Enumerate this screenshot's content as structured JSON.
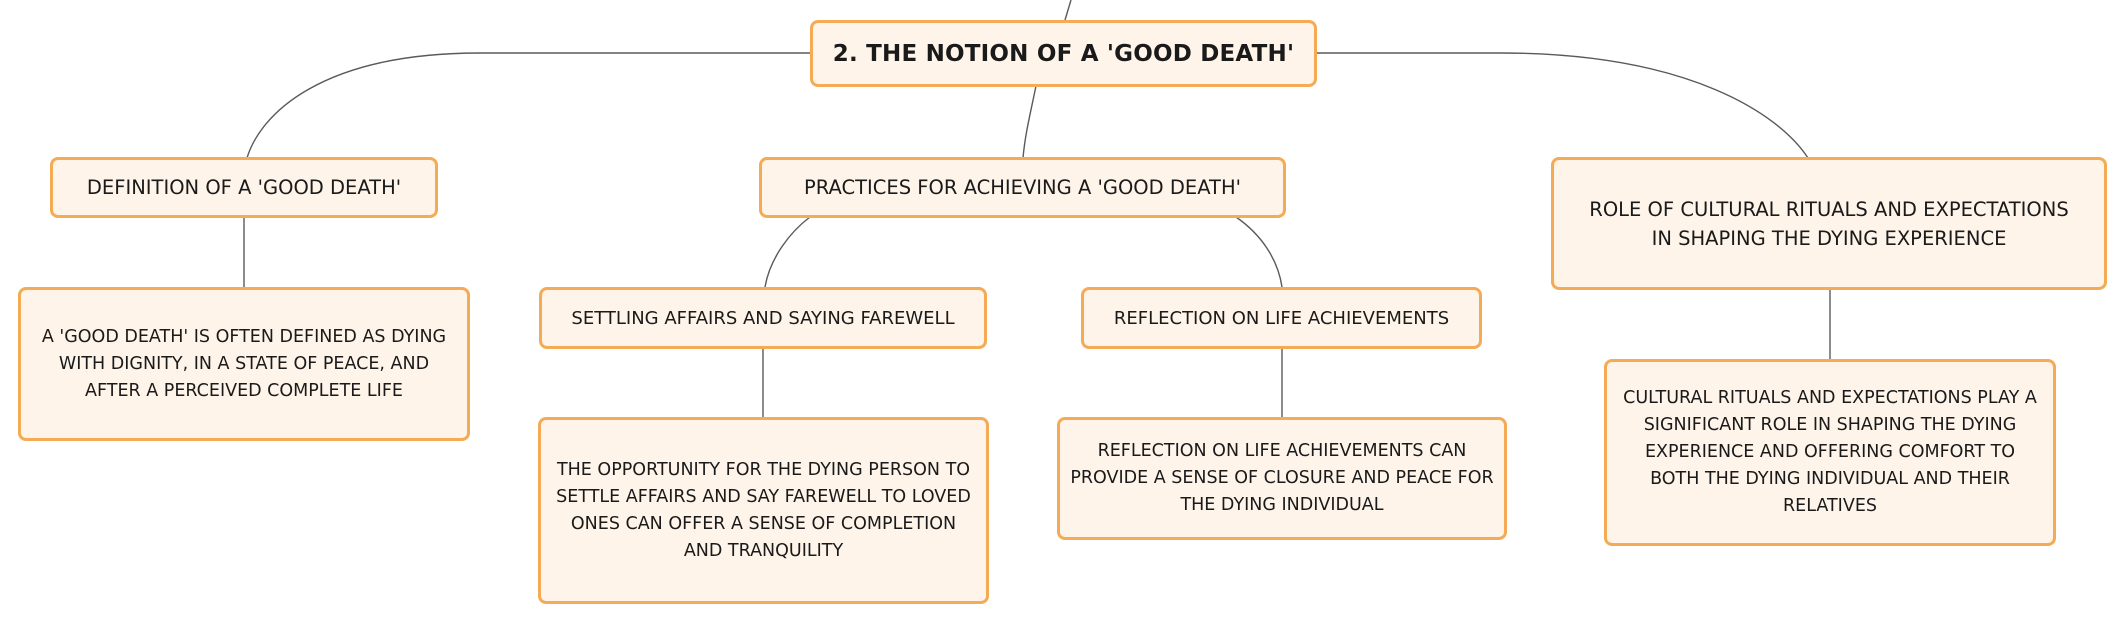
{
  "mindmap": {
    "root": {
      "label": "2. THE NOTION OF A 'GOOD DEATH'"
    },
    "branches": [
      {
        "label": "DEFINITION OF A 'GOOD DEATH'",
        "children": [
          {
            "text": "A 'GOOD DEATH' IS OFTEN DEFINED AS DYING WITH DIGNITY, IN A STATE OF PEACE, AND AFTER A PERCEIVED COMPLETE LIFE"
          }
        ]
      },
      {
        "label": "PRACTICES FOR ACHIEVING A 'GOOD DEATH'",
        "children": [
          {
            "label": "SETTLING AFFAIRS AND SAYING FAREWELL",
            "detail": "THE OPPORTUNITY FOR THE DYING PERSON TO SETTLE AFFAIRS AND SAY FAREWELL TO LOVED ONES CAN OFFER A SENSE OF COMPLETION AND TRANQUILITY"
          },
          {
            "label": "REFLECTION ON LIFE ACHIEVEMENTS",
            "detail": "REFLECTION ON LIFE ACHIEVEMENTS CAN PROVIDE A SENSE OF CLOSURE AND PEACE FOR THE DYING INDIVIDUAL"
          }
        ]
      },
      {
        "label": "ROLE OF CULTURAL RITUALS AND EXPECTATIONS IN SHAPING THE DYING EXPERIENCE",
        "children": [
          {
            "text": "CULTURAL RITUALS AND EXPECTATIONS PLAY A SIGNIFICANT ROLE IN SHAPING THE DYING EXPERIENCE AND OFFERING COMFORT TO BOTH THE DYING INDIVIDUAL AND THEIR RELATIVES"
          }
        ]
      }
    ]
  },
  "colors": {
    "node_fill": "#fef4ea",
    "node_border": "#f5ab56",
    "connector": "#5a5a5a",
    "text": "#1a1a1a"
  }
}
